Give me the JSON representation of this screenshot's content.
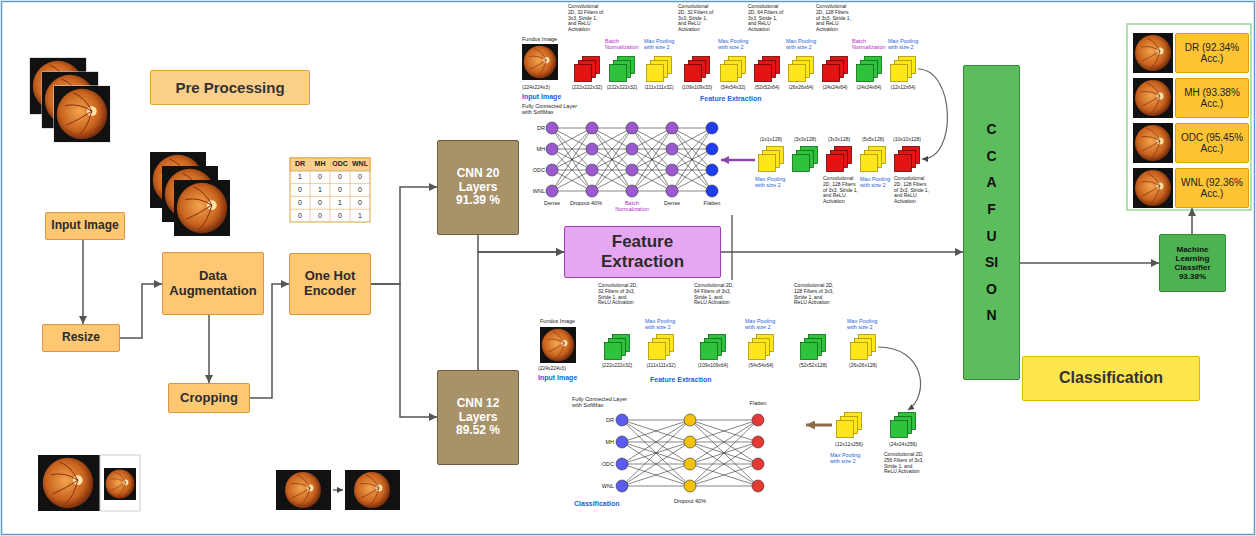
{
  "diagram": {
    "nodes": [
      {
        "text": [
          "Pre Processing"
        ]
      },
      {
        "text": [
          "Input Image"
        ]
      },
      {
        "text": [
          "Resize"
        ]
      },
      {
        "text": [
          "Data Augmentation"
        ]
      },
      {
        "text": [
          "Cropping"
        ]
      },
      {
        "text": [
          "One Hot Encoder"
        ]
      },
      {
        "text": [
          "CNN 20 Layers 91.39 %"
        ]
      },
      {
        "text": [
          "CNN 12 Layers 89.52 %"
        ]
      },
      {
        "text": [
          "Feature Extraction"
        ]
      },
      {
        "text": [
          "CCA FUSION"
        ]
      },
      {
        "text": [
          "DR (92.34% Acc.)"
        ]
      },
      {
        "text": [
          "MH (93.38% Acc.)"
        ]
      },
      {
        "text": [
          "ODC (95.45% Acc.)"
        ]
      },
      {
        "text": [
          "WNL (92.36% Acc.)"
        ]
      },
      {
        "text": [
          "Machine Learning Classifier 93.38%"
        ]
      },
      {
        "text": [
          "Classification"
        ]
      }
    ],
    "edges": [
      {
        "from": 1,
        "to": 2,
        "arrow": "to"
      },
      {
        "from": 2,
        "to": 3,
        "arrow": "to"
      },
      {
        "from": 3,
        "to": 4,
        "arrow": "to"
      },
      {
        "from": 4,
        "to": 5,
        "arrow": "to"
      },
      {
        "from": 5,
        "to": 6,
        "arrow": "to"
      },
      {
        "from": 5,
        "to": 7,
        "arrow": "to"
      },
      {
        "from": 6,
        "to": 8,
        "arrow": "to"
      },
      {
        "from": 7,
        "to": 8,
        "arrow": "to"
      },
      {
        "from": 8,
        "to": 9,
        "arrow": "to"
      },
      {
        "from": 9,
        "to": 14,
        "arrow": "to"
      },
      {
        "from": 14,
        "to": 13,
        "arrow": "to"
      }
    ],
    "labels": [
      "DR",
      "MH",
      "ODC",
      "WNL",
      "1",
      "0",
      "0",
      "0",
      "0",
      "1",
      "0",
      "0",
      "0",
      "0",
      "1",
      "0",
      "0",
      "0",
      "0",
      "1",
      "Fundus Image",
      "(224x224x3)",
      "Input Image",
      "Convolutional 2D, 32 Filters of 3x3, Stride 1, and ReLU Activation",
      "Batch Normalization",
      "Max Pooling with size 2",
      "Convolutional 2D, 32 Filters of 3x3, Stride 1, and ReLU Activation",
      "Max Pooling with size 2",
      "Convolutional 2D, 64 Filters of 3x3, Stride 1, and ReLU Activation",
      "Max Pooling with size 2",
      "Convolutional 2D, 128 Filters of 3x3, Stride 1, and ReLU Activation",
      "Batch Normalization",
      "Max Pooling with size 2",
      "(222x222x32)",
      "(222x222x32)",
      "(111x111x32)",
      "(109x109x33)",
      "(54x54x32)",
      "(52x52x64)",
      "(26x26x64)",
      "(24x24x64)",
      "(24x24x64)",
      "(12x12x64)",
      "Feature Extraction",
      "(1x1x128)",
      "(3x3x128)",
      "(3x3x128)",
      "(5x5x128)",
      "(10x10x128)",
      "Max Pooling with size 2",
      "Convolutional 2D, 128 Filters of 3x3, Stride 1, and ReLU Activation",
      "Max Pooling with size 2",
      "Convolutional 2D, 128 Filters of 3x3, Stride 1, and ReLU Activation",
      "Fully Connected Layer with SoftMax",
      "DR",
      "MH",
      "ODC",
      "WNL",
      "Dense",
      "Dropout 40%",
      "Batch Normalization",
      "Dense",
      "Flatten",
      "Fundus Image",
      "(224x224x3)",
      "Input Image",
      "Convolutional 2D, 32 Filters of 3x3, Stride 1, and ReLU Activation",
      "Max Pooling with size 2",
      "Convolutional 2D, 64 Filters of 3x3, Stride 1, and ReLU Activation",
      "Max Pooling with size 2",
      "Convolutional 2D, 128 Filters of 3x3, Stride 1, and ReLU Activation",
      "Max Pooling with size 2",
      "(222x222x32)",
      "(111x111x32)",
      "(109x109x64)",
      "(54x54x64)",
      "(52x52x128)",
      "(26x26x128)",
      "Feature Extraction",
      "(24x24x256)",
      "(12x12x256)",
      "Convolutional 2D, 256 Filters of 3x3, Stride 1, and ReLU Activation",
      "Max Pooling with size 2",
      "Flatten",
      "Fully Connected Layer with SoftMax",
      "DR",
      "MH",
      "ODC",
      "WNL",
      "Classification",
      "Dropout 40%"
    ]
  }
}
